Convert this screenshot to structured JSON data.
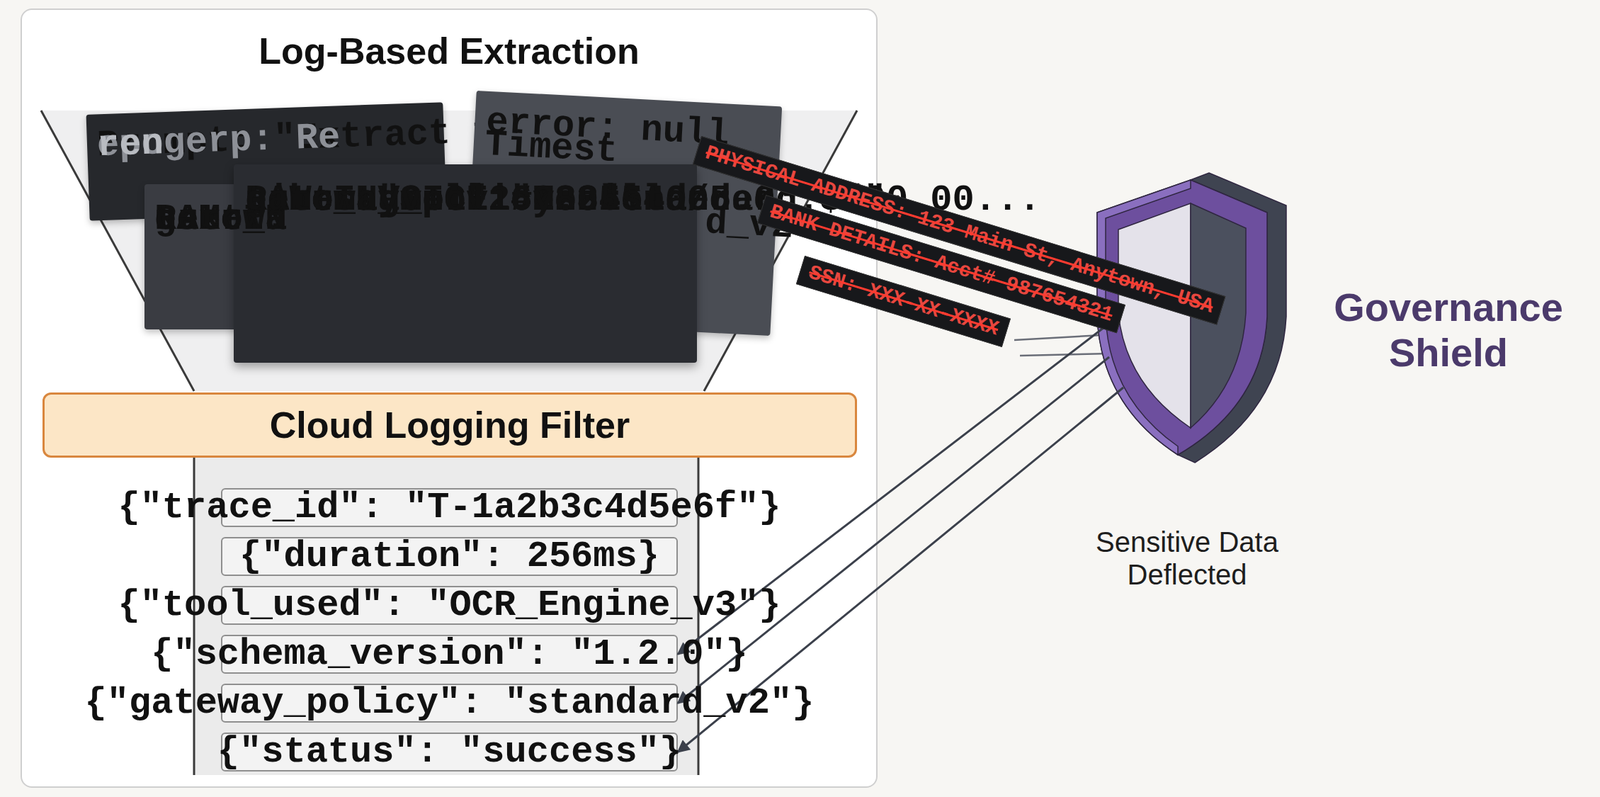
{
  "diagram": {
    "nodes": [
      {
        "text": [
          "Log-Based Extraction"
        ]
      },
      {
        "text": [
          "Prompt: \"Extract fields...\"",
          "epogerp: Re",
          "ren"
        ],
        "in": 0
      },
      {
        "text": [
          "RAM IN",
          "text:",
          "user_a",
          "error:",
          "gatewa"
        ],
        "in": 0
      },
      {
        "text": [
          "error: null",
          "Timest",
          "d_v2\""
        ],
        "in": 0
      },
      {
        "text": [
          "RAW INVOICE #12345",
          "text: \"Services rendered: $500.00...",
          "user_agent: \"Mozilla/5.0...\"",
          "error: null",
          "timestamp: 1678856400",
          "schema_v: \"2.2.0\"",
          "gateway_policy: \"standard_v2\""
        ],
        "in": 0
      },
      {
        "text": [
          "Cloud Logging Filter"
        ],
        "in": 0
      },
      {
        "text": [
          "{\"trace_id\": \"T-1a2b3c4d5e6f\"}"
        ],
        "in": 0
      },
      {
        "text": [
          "{\"duration\": 256ms}"
        ],
        "in": 0
      },
      {
        "text": [
          "{\"tool_used\": \"OCR_Engine_v3\"}"
        ],
        "in": 0
      },
      {
        "text": [
          "{\"schema_version\": \"1.2.0\"}"
        ],
        "in": 0
      },
      {
        "text": [
          "{\"gateway_policy\": \"standard_v2\"}"
        ],
        "in": 0
      },
      {
        "text": [
          "{\"status\": \"success\"}"
        ],
        "in": 0
      },
      {
        "text": [
          "PHYSICAL ADDRESS: 123 Main St, Anytown, USA"
        ]
      },
      {
        "text": [
          "BANK DETAILS: Acct# 987654321"
        ]
      },
      {
        "text": [
          "SSN: XXX-XX-XXXX"
        ]
      },
      {
        "text": [
          "Governance Shield",
          "Sensitive Data Deflected"
        ]
      }
    ],
    "edges": [
      {
        "from": 15,
        "to": 9,
        "arrow": "to"
      },
      {
        "from": 15,
        "to": 10,
        "arrow": "to"
      },
      {
        "from": 15,
        "to": 11,
        "arrow": "to"
      }
    ]
  }
}
